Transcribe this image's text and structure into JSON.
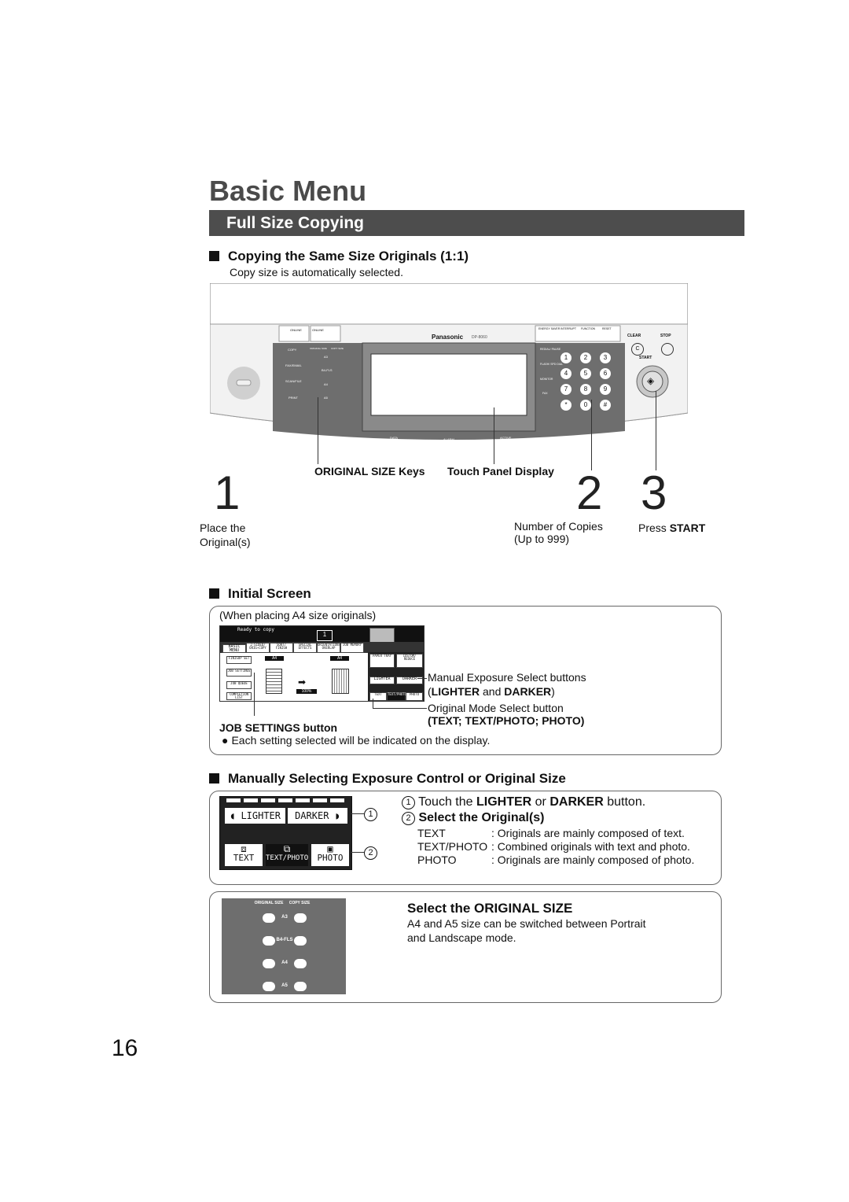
{
  "title": "Basic Menu",
  "section": "Full Size Copying",
  "s1": {
    "heading": "Copying the Same Size Originals (1:1)",
    "subtitle": "Copy size is automatically selected.",
    "panel": {
      "brand": "Panasonic",
      "model": "DP-8060",
      "online": "ONLINE",
      "online2": "ONLINE",
      "copy": "COPY",
      "fax": "FAX/EMAIL",
      "scan": "SCAN/FILE",
      "print": "PRINT",
      "orig_size": "ORIGINAL SIZE",
      "copy_size": "COPY SIZE",
      "a3": "A3",
      "b4fls": "B4-FLS",
      "a4": "A4",
      "a5": "A5",
      "energy": "ENERGY SAVER",
      "interrupt": "INTERRUPT",
      "function": "FUNCTION",
      "reset": "RESET",
      "redial": "REDIAL/ PAUSE",
      "flash": "FLASH/ SPD DIAL",
      "monitor": "MONITOR",
      "fax_key": "FAX",
      "clear": "CLEAR",
      "stop": "STOP",
      "start": "START",
      "data": "DATA",
      "alarm": "ALARM",
      "active": "ACTIVE",
      "keys": [
        "1",
        "2",
        "3",
        "4",
        "5",
        "6",
        "7",
        "8",
        "9",
        "*",
        "0",
        "#"
      ],
      "c": "C"
    },
    "callouts": {
      "orig_keys": "ORIGINAL SIZE Keys",
      "touch_display": "Touch Panel Display"
    },
    "steps": [
      {
        "num": "1",
        "line1": "Place the",
        "line2": "Original(s)"
      },
      {
        "num": "2",
        "line1": "Number of Copies",
        "line2": "(Up to 999)"
      },
      {
        "num": "3",
        "prefix": "Press ",
        "bold": "START"
      }
    ]
  },
  "s2": {
    "heading": "Initial Screen",
    "note": "(When placing A4 size originals)",
    "screen": {
      "ready": "Ready to copy",
      "count": "1",
      "tabs": [
        "BASIC MENU",
        "2-SIDED/ ORIG→COPY",
        "SORT/ FINISH",
        "SPECIAL EFFECTS",
        "ORIENTATION/ OVERLAP",
        "JOB MEMORY"
      ],
      "side": [
        "FINISOP SET",
        "JOB SETTINGS",
        "JOB QUEUE",
        "COMPLETION LIST"
      ],
      "a4a": "A4",
      "a4b": "A4",
      "zoom": "100%",
      "paper_tray": "PAPER TRAY",
      "custom_reduce": "CUSTOM/ REDUCE",
      "lighter": "LIGHTER",
      "darker": "DARKER",
      "text": "TEXT",
      "textphoto": "TEXT/PHOTO",
      "photo": "PHOTO"
    },
    "manual_exposure": "Manual Exposure Select buttons",
    "lighter_darker_pre": "(",
    "lighter": "LIGHTER",
    "and": " and ",
    "darker": "DARKER",
    "close": ")",
    "orig_mode": "Original Mode Select button",
    "modes_text": "(TEXT; TEXT/PHOTO; PHOTO)",
    "job_settings": "JOB SETTINGS button",
    "bullet": "Each setting selected will be indicated on the display."
  },
  "s3": {
    "heading": "Manually Selecting Exposure Control or Original Size",
    "lighter": "LIGHTER",
    "darker": "DARKER",
    "text": "TEXT",
    "textphoto": "TEXT/PHOTO",
    "photo": "PHOTO",
    "c1": "1",
    "c2": "2",
    "step1_pre": "Touch the ",
    "step1_lighter": "LIGHTER",
    "step1_or": " or ",
    "step1_darker": "DARKER",
    "step1_post": " button.",
    "step2": "Select the Original(s)",
    "modes": [
      {
        "name": "TEXT",
        "desc": ": Originals are mainly composed of text."
      },
      {
        "name": "TEXT/PHOTO",
        "desc": ": Combined originals with text and photo."
      },
      {
        "name": "PHOTO",
        "desc": ": Originals are mainly composed of photo."
      }
    ]
  },
  "s4": {
    "orig_size": "ORIGINAL SIZE",
    "copy_size": "COPY SIZE",
    "sizes": [
      "A3",
      "B4-FLS",
      "A4",
      "A5"
    ],
    "heading": "Select the ORIGINAL SIZE",
    "line1": "A4 and A5 size can be switched between Portrait",
    "line2": "and Landscape mode."
  },
  "page_number": "16"
}
